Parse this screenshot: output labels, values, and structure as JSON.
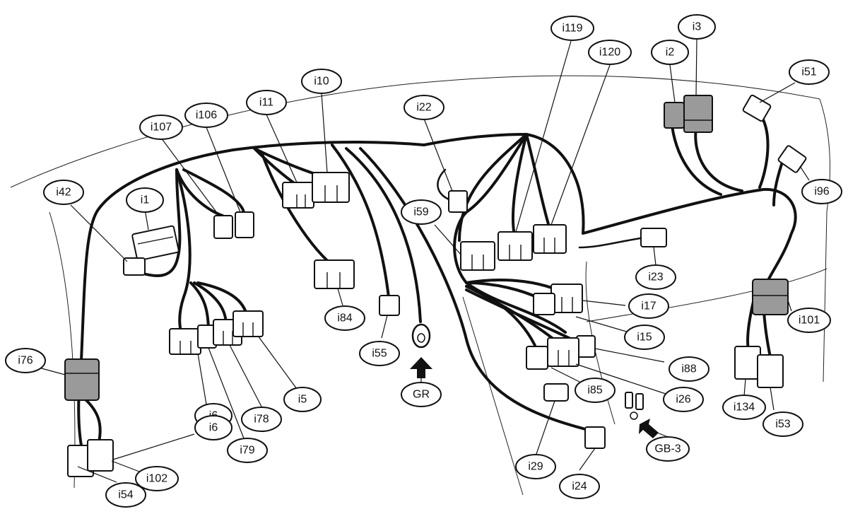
{
  "callouts": [
    {
      "id": "i1",
      "label": "i1"
    },
    {
      "id": "i2",
      "label": "i2"
    },
    {
      "id": "i3",
      "label": "i3"
    },
    {
      "id": "i5",
      "label": "i5"
    },
    {
      "id": "i6a",
      "label": "i6"
    },
    {
      "id": "i6b",
      "label": "i6"
    },
    {
      "id": "i10",
      "label": "i10"
    },
    {
      "id": "i11",
      "label": "i11"
    },
    {
      "id": "i15",
      "label": "i15"
    },
    {
      "id": "i17",
      "label": "i17"
    },
    {
      "id": "i22",
      "label": "i22"
    },
    {
      "id": "i23",
      "label": "i23"
    },
    {
      "id": "i24",
      "label": "i24"
    },
    {
      "id": "i26",
      "label": "i26"
    },
    {
      "id": "i29",
      "label": "i29"
    },
    {
      "id": "i42",
      "label": "i42"
    },
    {
      "id": "i51",
      "label": "i51"
    },
    {
      "id": "i53",
      "label": "i53"
    },
    {
      "id": "i54",
      "label": "i54"
    },
    {
      "id": "i55",
      "label": "i55"
    },
    {
      "id": "i59",
      "label": "i59"
    },
    {
      "id": "i76",
      "label": "i76"
    },
    {
      "id": "i78",
      "label": "i78"
    },
    {
      "id": "i79",
      "label": "i79"
    },
    {
      "id": "i84",
      "label": "i84"
    },
    {
      "id": "i85",
      "label": "i85"
    },
    {
      "id": "i88",
      "label": "i88"
    },
    {
      "id": "i96",
      "label": "i96"
    },
    {
      "id": "i101",
      "label": "i101"
    },
    {
      "id": "i102",
      "label": "i102"
    },
    {
      "id": "i106",
      "label": "i106"
    },
    {
      "id": "i107",
      "label": "i107"
    },
    {
      "id": "i119",
      "label": "i119"
    },
    {
      "id": "i120",
      "label": "i120"
    },
    {
      "id": "i134",
      "label": "i134"
    },
    {
      "id": "GR",
      "label": "GR"
    },
    {
      "id": "GB3",
      "label": "GB-3"
    }
  ],
  "colors": {
    "line": "#111111",
    "connector_fill": "#ffffff",
    "connector_gray": "#9a9a9a",
    "background": "#ffffff"
  }
}
